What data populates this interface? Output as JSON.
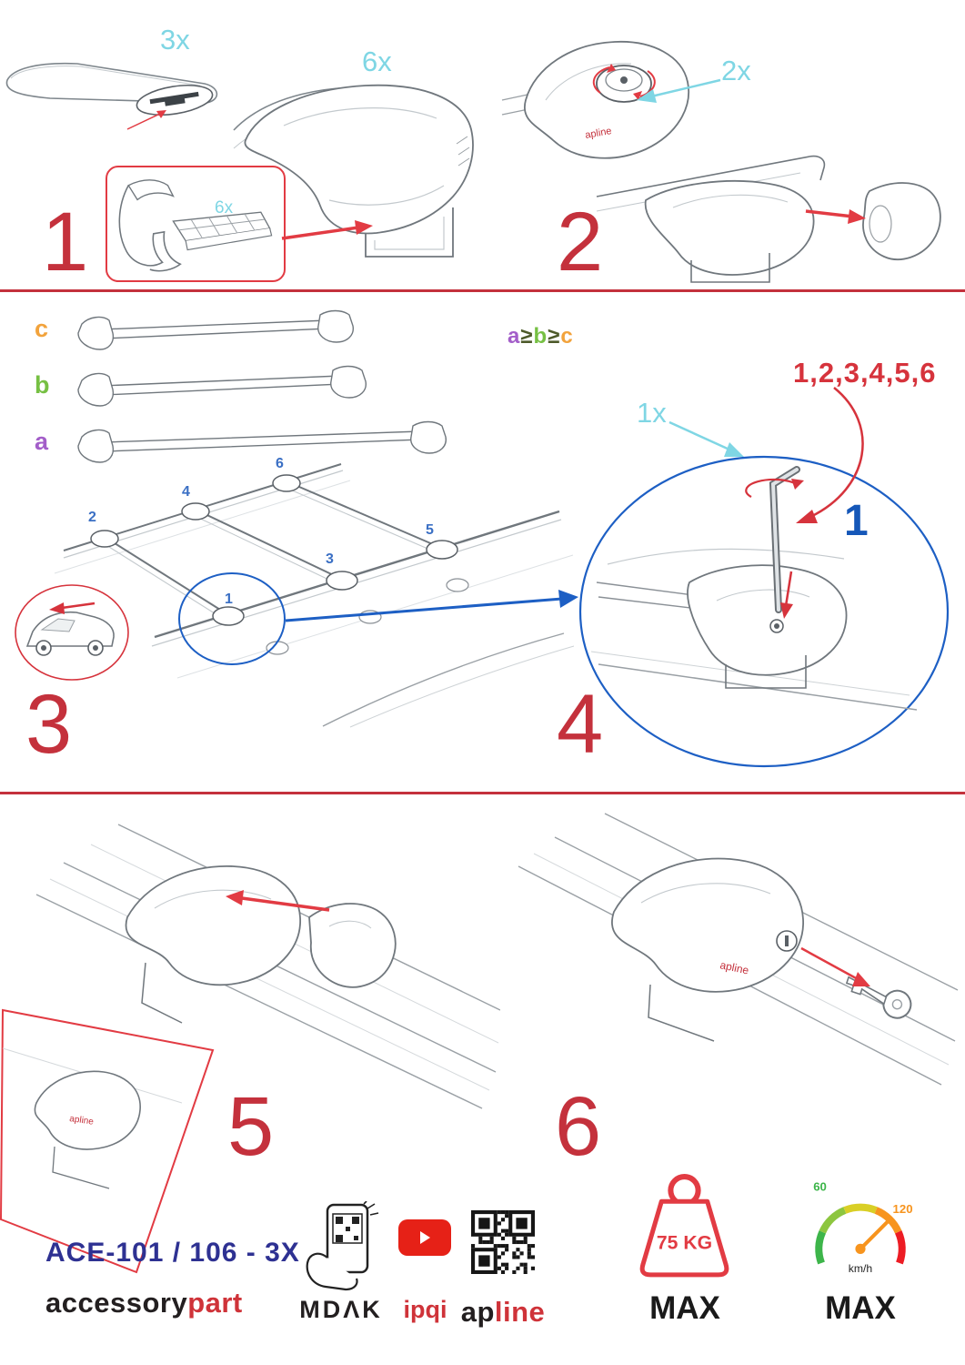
{
  "steps": {
    "s1": {
      "number": "1",
      "bar_count": "3x",
      "foot_count": "6x",
      "pad_count": "6x"
    },
    "s2": {
      "number": "2",
      "knob_count": "2x"
    },
    "s3": {
      "number": "3",
      "label_a": "a",
      "label_b": "b",
      "label_c": "c",
      "formula_a": "a",
      "formula_op1": "≥",
      "formula_b": "b",
      "formula_op2": "≥",
      "formula_c": "c",
      "positions": [
        "1",
        "2",
        "3",
        "4",
        "5",
        "6"
      ]
    },
    "s4": {
      "number": "4",
      "sequence": "1,2,3,4,5,6",
      "tool_count": "1x",
      "highlight": "1"
    },
    "s5": {
      "number": "5"
    },
    "s6": {
      "number": "6"
    }
  },
  "product": {
    "foot_logo": "apline"
  },
  "footer": {
    "model": "ACE-101 / 106 - 3X",
    "brand_accessory": "accessory",
    "brand_part": "part",
    "brand_mdak": "MDΛK",
    "brand_ipqi": "ipqi",
    "brand_ap": "ap",
    "brand_line": "line",
    "weight_value": "75 KG",
    "weight_max": "MAX",
    "speed_low": "60",
    "speed_high": "120",
    "speed_unit": "km/h",
    "speed_max": "MAX"
  },
  "colors": {
    "step_red": "#c4313c",
    "cyan": "#7fd6e4",
    "blue": "#1557b8",
    "navy": "#2e3192",
    "green": "#76c043",
    "orange": "#f2a33c",
    "purple": "#a35ec9"
  }
}
